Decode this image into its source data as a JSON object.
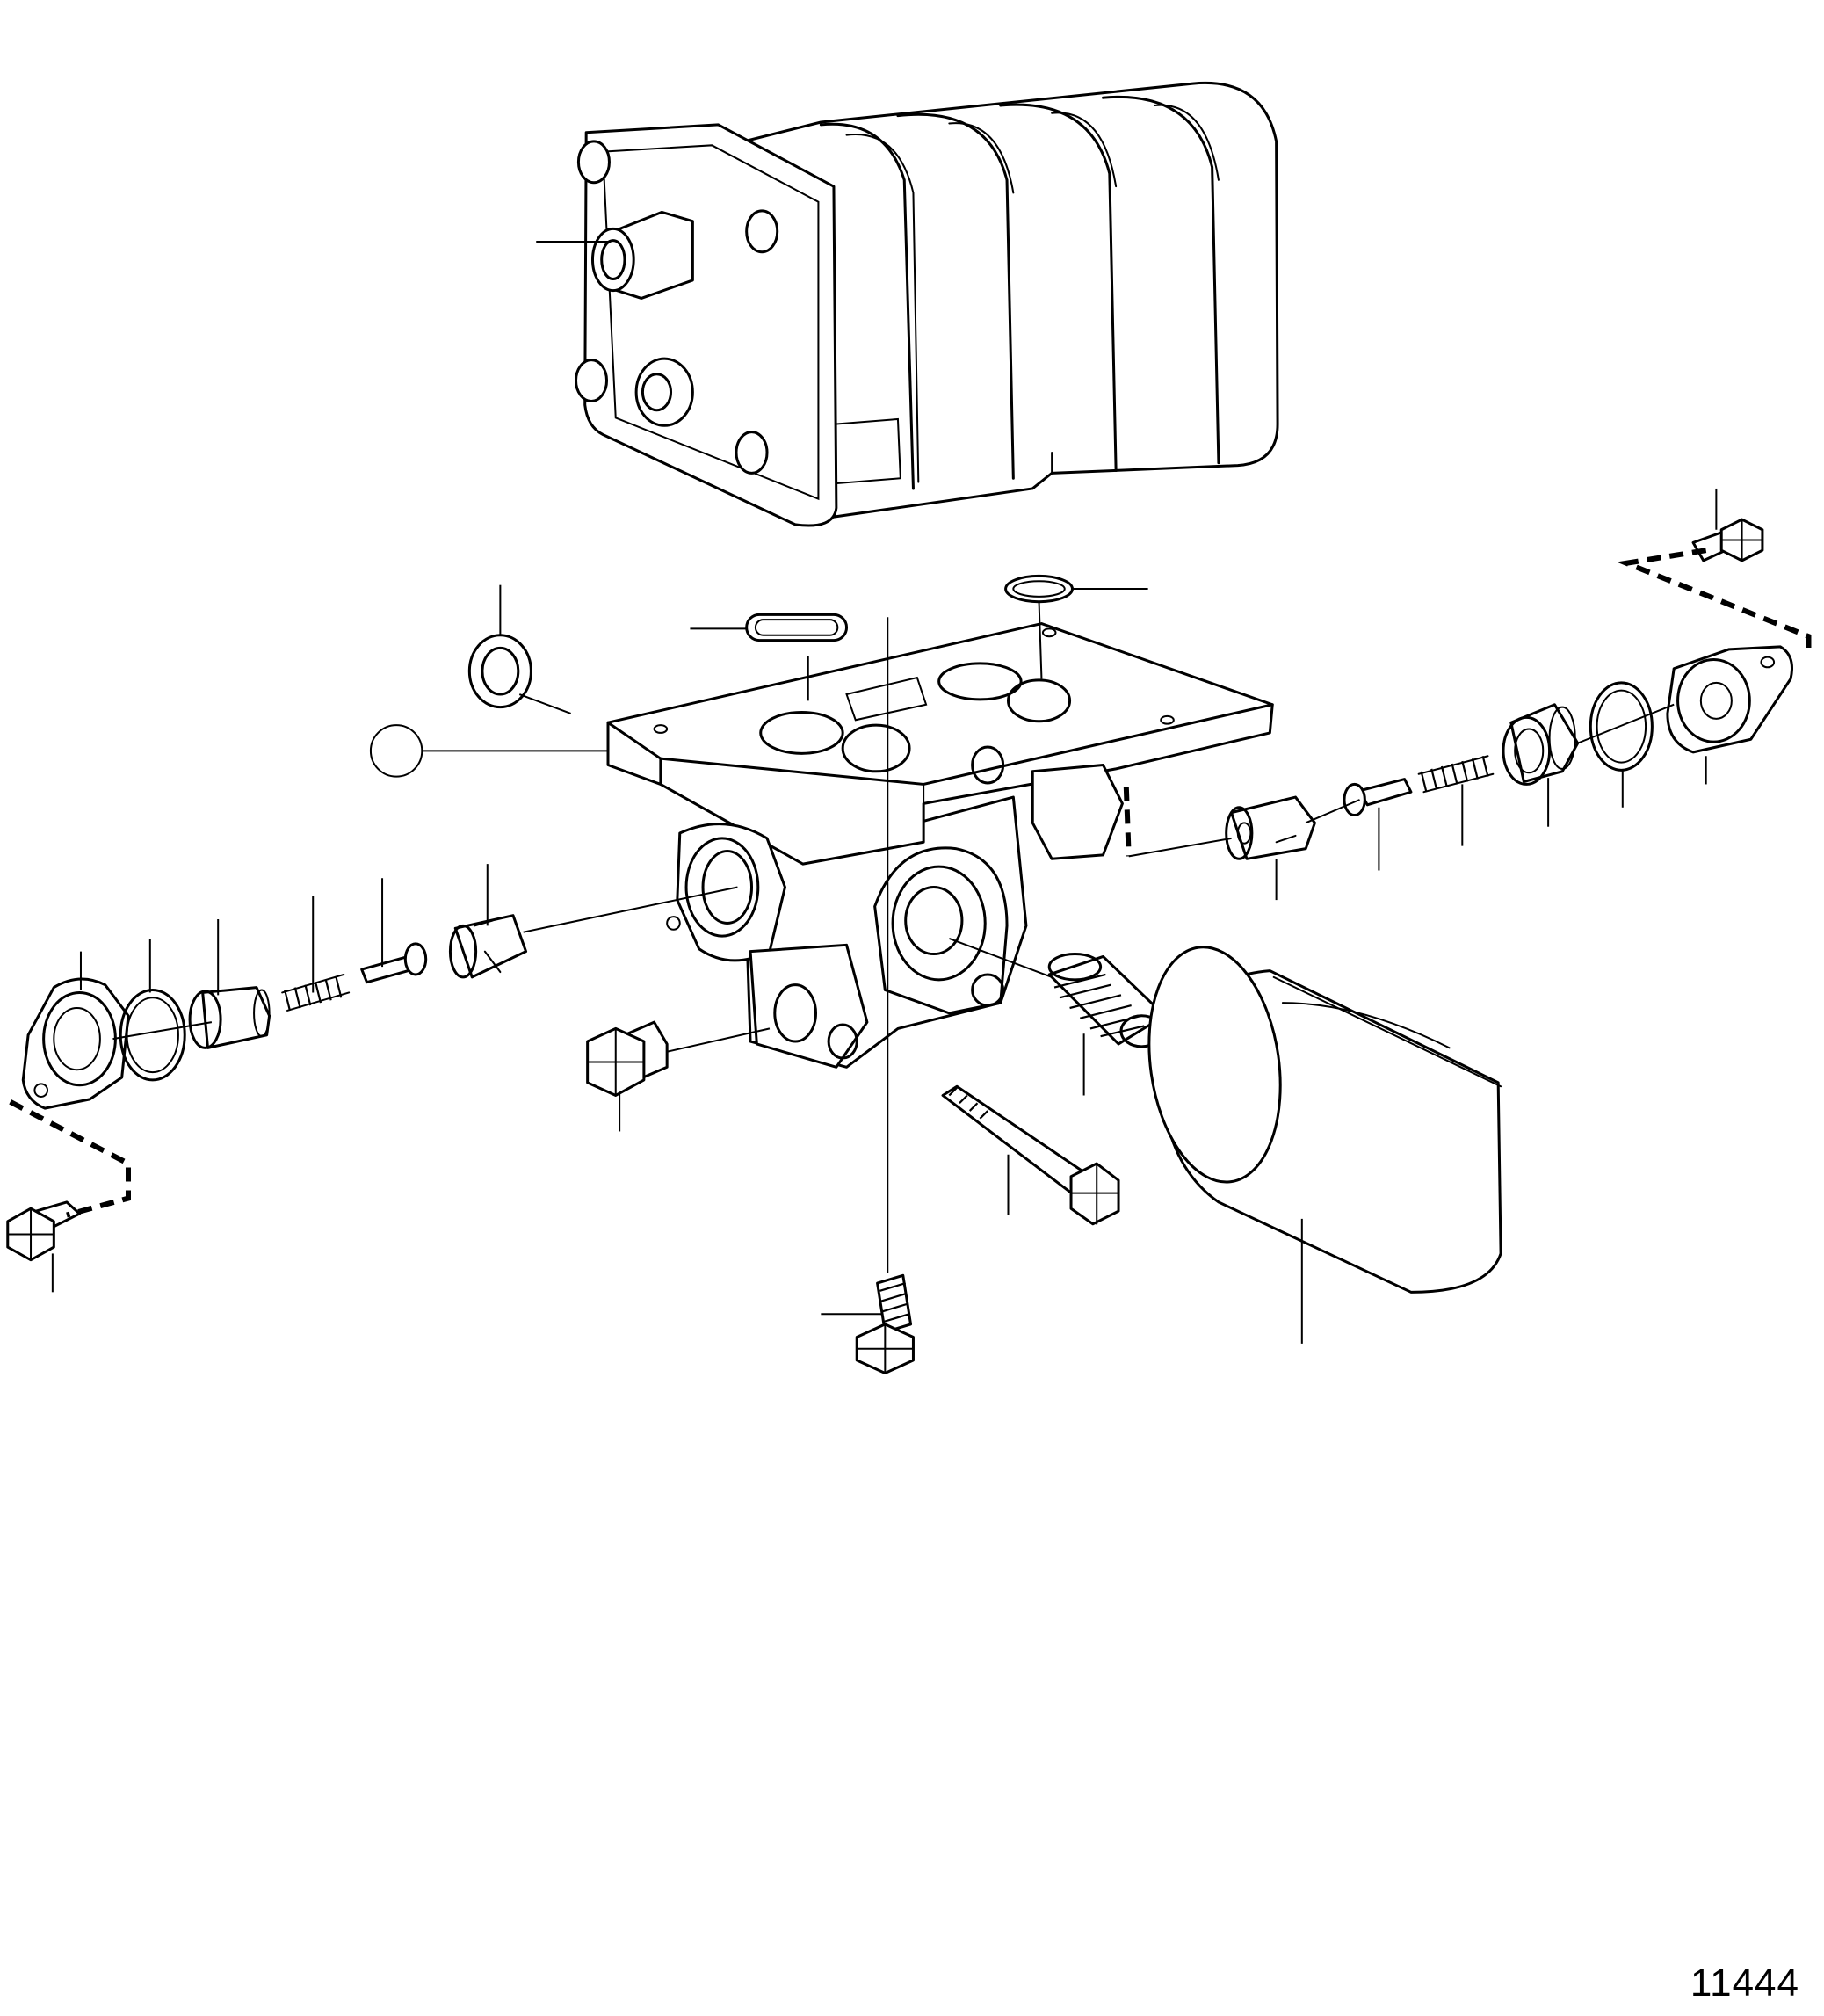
{
  "figure": {
    "reference_number": "11444"
  },
  "parts": [
    {
      "id": "oil-cooler"
    },
    {
      "id": "cooler-gasket-oval"
    },
    {
      "id": "cooler-seal-ring-small"
    },
    {
      "id": "seal-ring-washer"
    },
    {
      "id": "filter-bracket-housing"
    },
    {
      "id": "position-marker-circle"
    },
    {
      "id": "valve-cover-left"
    },
    {
      "id": "o-ring-left"
    },
    {
      "id": "valve-piston-left"
    },
    {
      "id": "spring-left"
    },
    {
      "id": "valve-pin-left"
    },
    {
      "id": "slotted-sleeve-left"
    },
    {
      "id": "screw-left"
    },
    {
      "id": "drain-plug"
    },
    {
      "id": "threaded-nipple"
    },
    {
      "id": "oil-filter"
    },
    {
      "id": "long-bolt"
    },
    {
      "id": "bottom-screw"
    },
    {
      "id": "slotted-sleeve-right"
    },
    {
      "id": "valve-pin-right"
    },
    {
      "id": "spring-right"
    },
    {
      "id": "valve-piston-right"
    },
    {
      "id": "o-ring-right"
    },
    {
      "id": "valve-cover-right"
    },
    {
      "id": "screw-right"
    }
  ]
}
